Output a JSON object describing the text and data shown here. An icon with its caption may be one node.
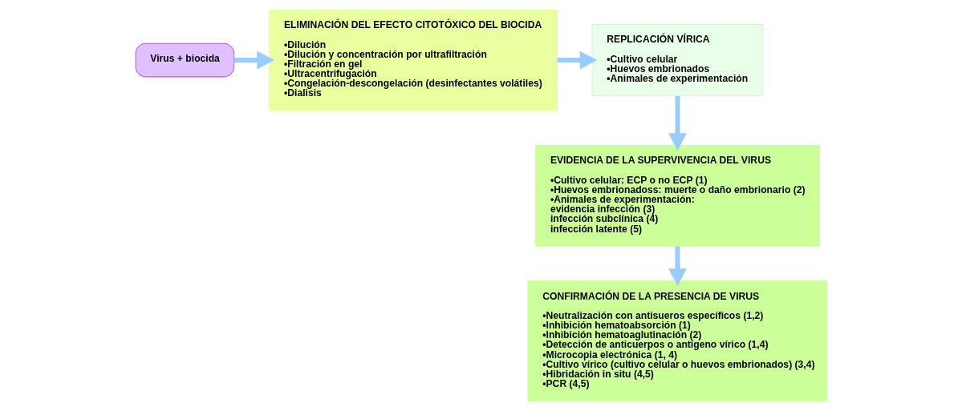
{
  "diagram": {
    "nodes": [
      {
        "text": [
          "Virus + biocida"
        ]
      },
      {
        "text": [
          "ELIMINACIÓN DEL EFECTO CITOTÓXICO DEL BIOCIDA",
          "•Dilución",
          "•Dilución y concentración por ultrafiltración",
          "•Filtración en gel",
          "•Ultracentrifugación",
          "•Congelación-descongelación (desinfectantes volátiles)",
          "•Dialisis"
        ]
      },
      {
        "text": [
          "REPLICACIÓN VÍRICA",
          "•Cultivo celular",
          "•Huevos embrionados",
          "•Animales de experimentación"
        ]
      },
      {
        "text": [
          "EVIDENCIA DE LA SUPERVIVENCIA DEL VIRUS",
          "•Cultivo celular: ECP o no ECP (1)",
          "•Huevos embrionadoss: muerte o daño embrionario (2)",
          "•Animales de experimentación:",
          "evidencia infección (3)",
          "infección subclínica (4)",
          "infección latente (5)"
        ]
      },
      {
        "text": [
          "CONFIRMACIÓN DE LA PRESENCIA DE VIRUS",
          "•Neutralización con antisueros específicos (1,2)",
          "•Inhibición hematoabsorción (1)",
          "•Inhibición hematoaglutinación (2)",
          "•Detección de anticuerpos o antígeno vírico (1,4)",
          "•Microcopia electrónica (1, 4)",
          "•Cultivo vírico (cultivo celular o huevos embrionados) (3,4)",
          "•Hibridación in situ (4,5)",
          "•PCR (4,5)"
        ]
      }
    ],
    "edges": [
      {
        "from": 0,
        "to": 1,
        "arrow": "to"
      },
      {
        "from": 1,
        "to": 2,
        "arrow": "to"
      },
      {
        "from": 2,
        "to": 3,
        "arrow": "to"
      },
      {
        "from": 3,
        "to": 4,
        "arrow": "to"
      }
    ]
  }
}
